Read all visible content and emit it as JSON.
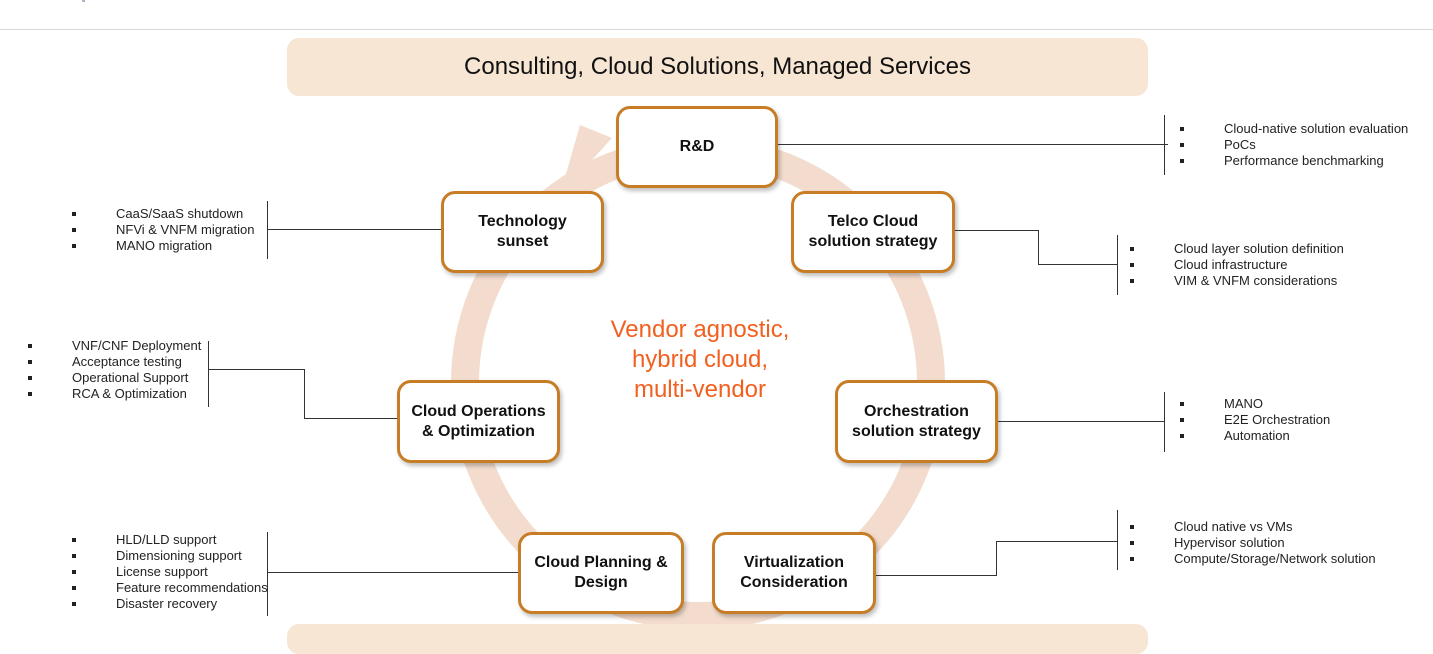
{
  "banners": {
    "top": "Consulting, Cloud Solutions, Managed Services",
    "bottom": ""
  },
  "center_text": [
    "Vendor agnostic,",
    "hybrid cloud,",
    "multi-vendor"
  ],
  "colors": {
    "node_border": "#c77d26",
    "ring": "#f3dccd",
    "banner": "#f7e6d4",
    "center_text": "#f2601f"
  },
  "nodes": [
    {
      "id": "rnd",
      "label": [
        "R&D"
      ],
      "items": [
        "Cloud-native solution evaluation",
        "PoCs",
        "Performance benchmarking"
      ]
    },
    {
      "id": "telco",
      "label": [
        "Telco Cloud",
        "solution strategy"
      ],
      "items": [
        "Cloud layer solution definition",
        "Cloud infrastructure",
        "VIM & VNFM considerations"
      ]
    },
    {
      "id": "orch",
      "label": [
        "Orchestration",
        "solution strategy"
      ],
      "items": [
        "MANO",
        "E2E Orchestration",
        "Automation"
      ]
    },
    {
      "id": "virt",
      "label": [
        "Virtualization",
        "Consideration"
      ],
      "items": [
        "Cloud native vs VMs",
        "Hypervisor solution",
        "Compute/Storage/Network solution"
      ]
    },
    {
      "id": "plan",
      "label": [
        "Cloud Planning &",
        "Design"
      ],
      "items": [
        "HLD/LLD support",
        "Dimensioning support",
        "License support",
        "Feature recommendations",
        "Disaster recovery"
      ]
    },
    {
      "id": "ops",
      "label": [
        "Cloud Operations",
        "& Optimization"
      ],
      "items": [
        "VNF/CNF Deployment",
        "Acceptance testing",
        "Operational Support",
        "RCA & Optimization"
      ]
    },
    {
      "id": "sunset",
      "label": [
        "Technology",
        "sunset"
      ],
      "items": [
        "CaaS/SaaS shutdown",
        "NFVi & VNFM migration",
        "MANO migration"
      ]
    }
  ]
}
